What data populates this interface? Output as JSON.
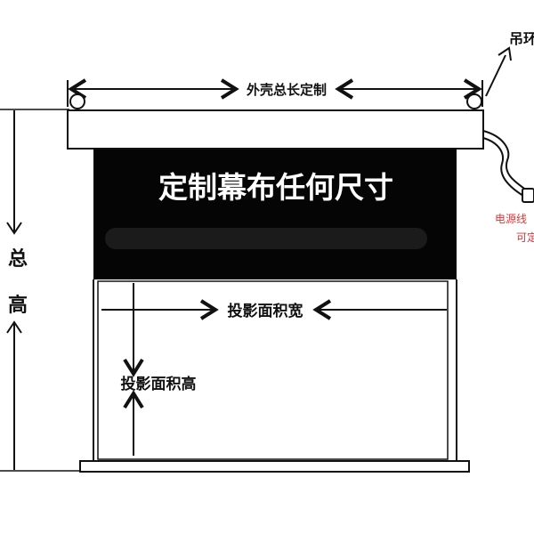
{
  "labels": {
    "housing_length": "外壳总长定制",
    "custom_screen": "定制幕布任何尺寸",
    "projection_width": "投影面积宽",
    "projection_height": "投影面积高",
    "total_height_top": "总",
    "total_height_bottom": "高",
    "hanger": "吊环",
    "power_cord_line1": "电源线",
    "power_cord_line2": "可定"
  },
  "colors": {
    "line": "#111111",
    "black_drop": "#050505",
    "screen_white": "#ffffff",
    "housing_fill": "#ffffff",
    "red_note": "#d23a3a",
    "title_text": "#ffffff"
  }
}
